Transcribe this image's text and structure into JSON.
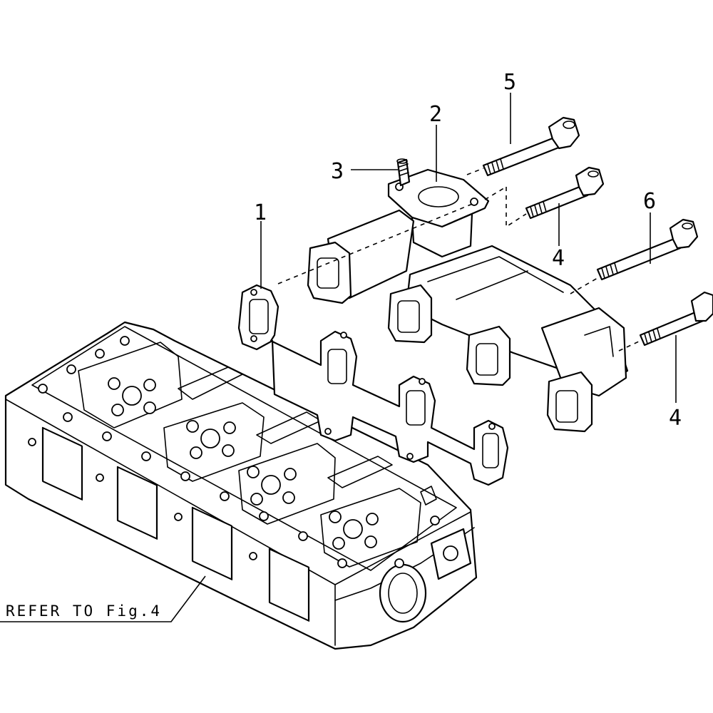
{
  "callouts": {
    "c1": "1",
    "c2": "2",
    "c3": "3",
    "c4a": "4",
    "c4b": "4",
    "c5": "5",
    "c6": "6"
  },
  "reference": {
    "text": "REFER TO Fig.4"
  }
}
